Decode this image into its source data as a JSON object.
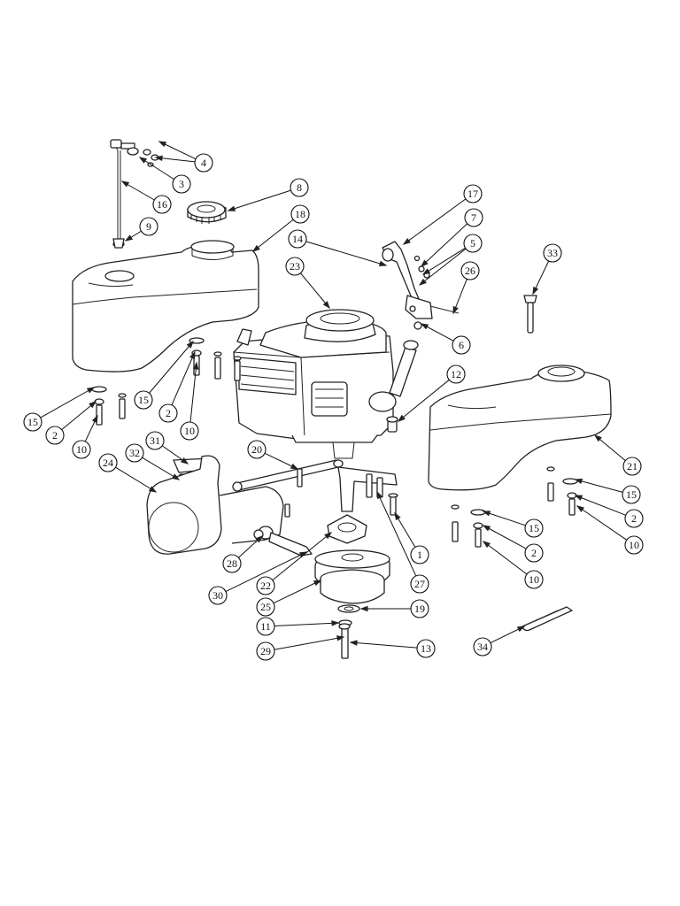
{
  "callouts": [
    {
      "id": "c4",
      "label": "4"
    },
    {
      "id": "c3",
      "label": "3"
    },
    {
      "id": "c16",
      "label": "16"
    },
    {
      "id": "c8",
      "label": "8"
    },
    {
      "id": "c18",
      "label": "18"
    },
    {
      "id": "c9",
      "label": "9"
    },
    {
      "id": "c17",
      "label": "17"
    },
    {
      "id": "c7",
      "label": "7"
    },
    {
      "id": "c5",
      "label": "5"
    },
    {
      "id": "c14",
      "label": "14"
    },
    {
      "id": "c26",
      "label": "26"
    },
    {
      "id": "c6",
      "label": "6"
    },
    {
      "id": "c33",
      "label": "33"
    },
    {
      "id": "c23",
      "label": "23"
    },
    {
      "id": "c12",
      "label": "12"
    },
    {
      "id": "c15a",
      "label": "15"
    },
    {
      "id": "c2a",
      "label": "2"
    },
    {
      "id": "c10a",
      "label": "10"
    },
    {
      "id": "c15b",
      "label": "15"
    },
    {
      "id": "c2b",
      "label": "2"
    },
    {
      "id": "c10b",
      "label": "10"
    },
    {
      "id": "c31",
      "label": "31"
    },
    {
      "id": "c32",
      "label": "32"
    },
    {
      "id": "c24",
      "label": "24"
    },
    {
      "id": "c20",
      "label": "20"
    },
    {
      "id": "c21",
      "label": "21"
    },
    {
      "id": "c15c",
      "label": "15"
    },
    {
      "id": "c2c",
      "label": "2"
    },
    {
      "id": "c10c",
      "label": "10"
    },
    {
      "id": "c15d",
      "label": "15"
    },
    {
      "id": "c2d",
      "label": "2"
    },
    {
      "id": "c10d",
      "label": "10"
    },
    {
      "id": "c1",
      "label": "1"
    },
    {
      "id": "c27",
      "label": "27"
    },
    {
      "id": "c28",
      "label": "28"
    },
    {
      "id": "c30",
      "label": "30"
    },
    {
      "id": "c22",
      "label": "22"
    },
    {
      "id": "c25",
      "label": "25"
    },
    {
      "id": "c19",
      "label": "19"
    },
    {
      "id": "c11",
      "label": "11"
    },
    {
      "id": "c29",
      "label": "29"
    },
    {
      "id": "c13",
      "label": "13"
    },
    {
      "id": "c34",
      "label": "34"
    }
  ]
}
